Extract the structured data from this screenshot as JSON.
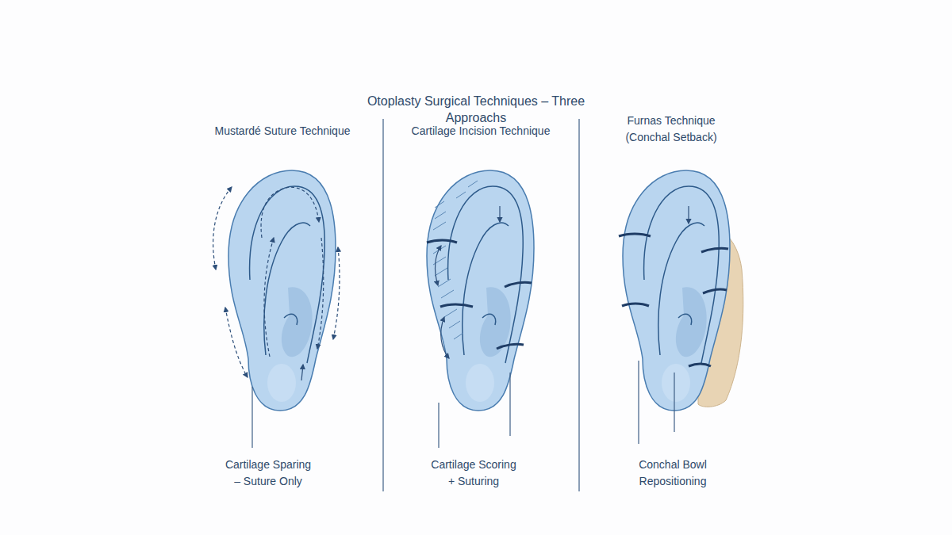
{
  "diagram": {
    "title": "Otoplasty Surgical Techniques – Three Approachs",
    "labels": [
      "Mustardé Suture Technique",
      "Cartilage Incision Technique",
      "Furnas Technique (Conchal Setback)",
      "Cartilage Sparing – Suture Only",
      "Cartilage Scoring + Suturing",
      "Conchal Bowl Repositioning"
    ]
  }
}
